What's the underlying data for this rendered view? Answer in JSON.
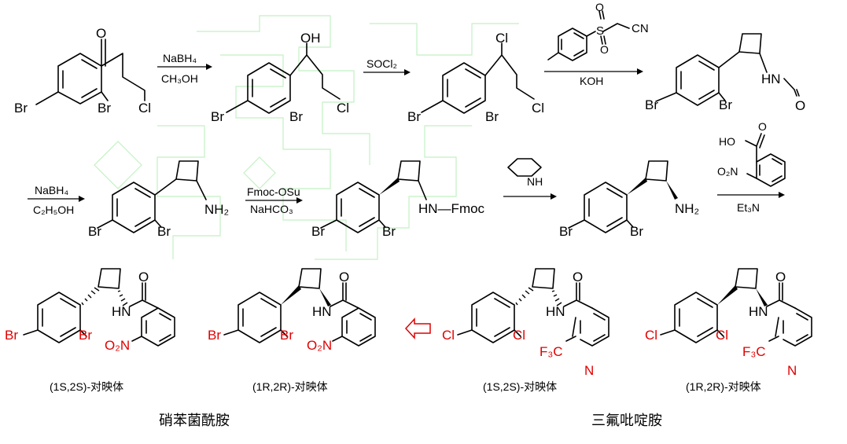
{
  "reagents": {
    "step1_top": "NaBH₄",
    "step1_bottom": "CH₃OH",
    "step2_top": "SOCl₂",
    "step3_top_sub1": "S",
    "step3_top_sub2": "O",
    "step3_top_sub3": "O",
    "step3_top_sub4": "CN",
    "step3_bottom": "KOH",
    "step4_top": "NaBH₄",
    "step4_bottom": "C₂H₅OH",
    "step5_top": "Fmoc-OSu",
    "step5_bottom": "NaHCO₃",
    "step6_amine": "NH",
    "step7_acid_oh": "HO",
    "step7_acid_o": "O",
    "step7_acid_no2": "O₂N",
    "step7_bottom": "Et₃N"
  },
  "atoms": {
    "br": "Br",
    "cl": "Cl",
    "o": "O",
    "oh": "OH",
    "hn": "HN",
    "nh2": "NH₂",
    "hn_fmoc": "HN—Fmoc",
    "o2n": "O₂N",
    "f3c": "F₃C",
    "n": "N"
  },
  "labels": {
    "stereo1": "(1S,2S)-对映体",
    "stereo2": "(1R,2R)-对映体",
    "stereo3": "(1S,2S)-对映体",
    "stereo4": "(1R,2R)-对映体",
    "compound_left": "硝苯菌酰胺",
    "compound_right": "三氟吡啶胺"
  },
  "colors": {
    "highlight": "#e00000",
    "watermark": "#b8efb8"
  }
}
